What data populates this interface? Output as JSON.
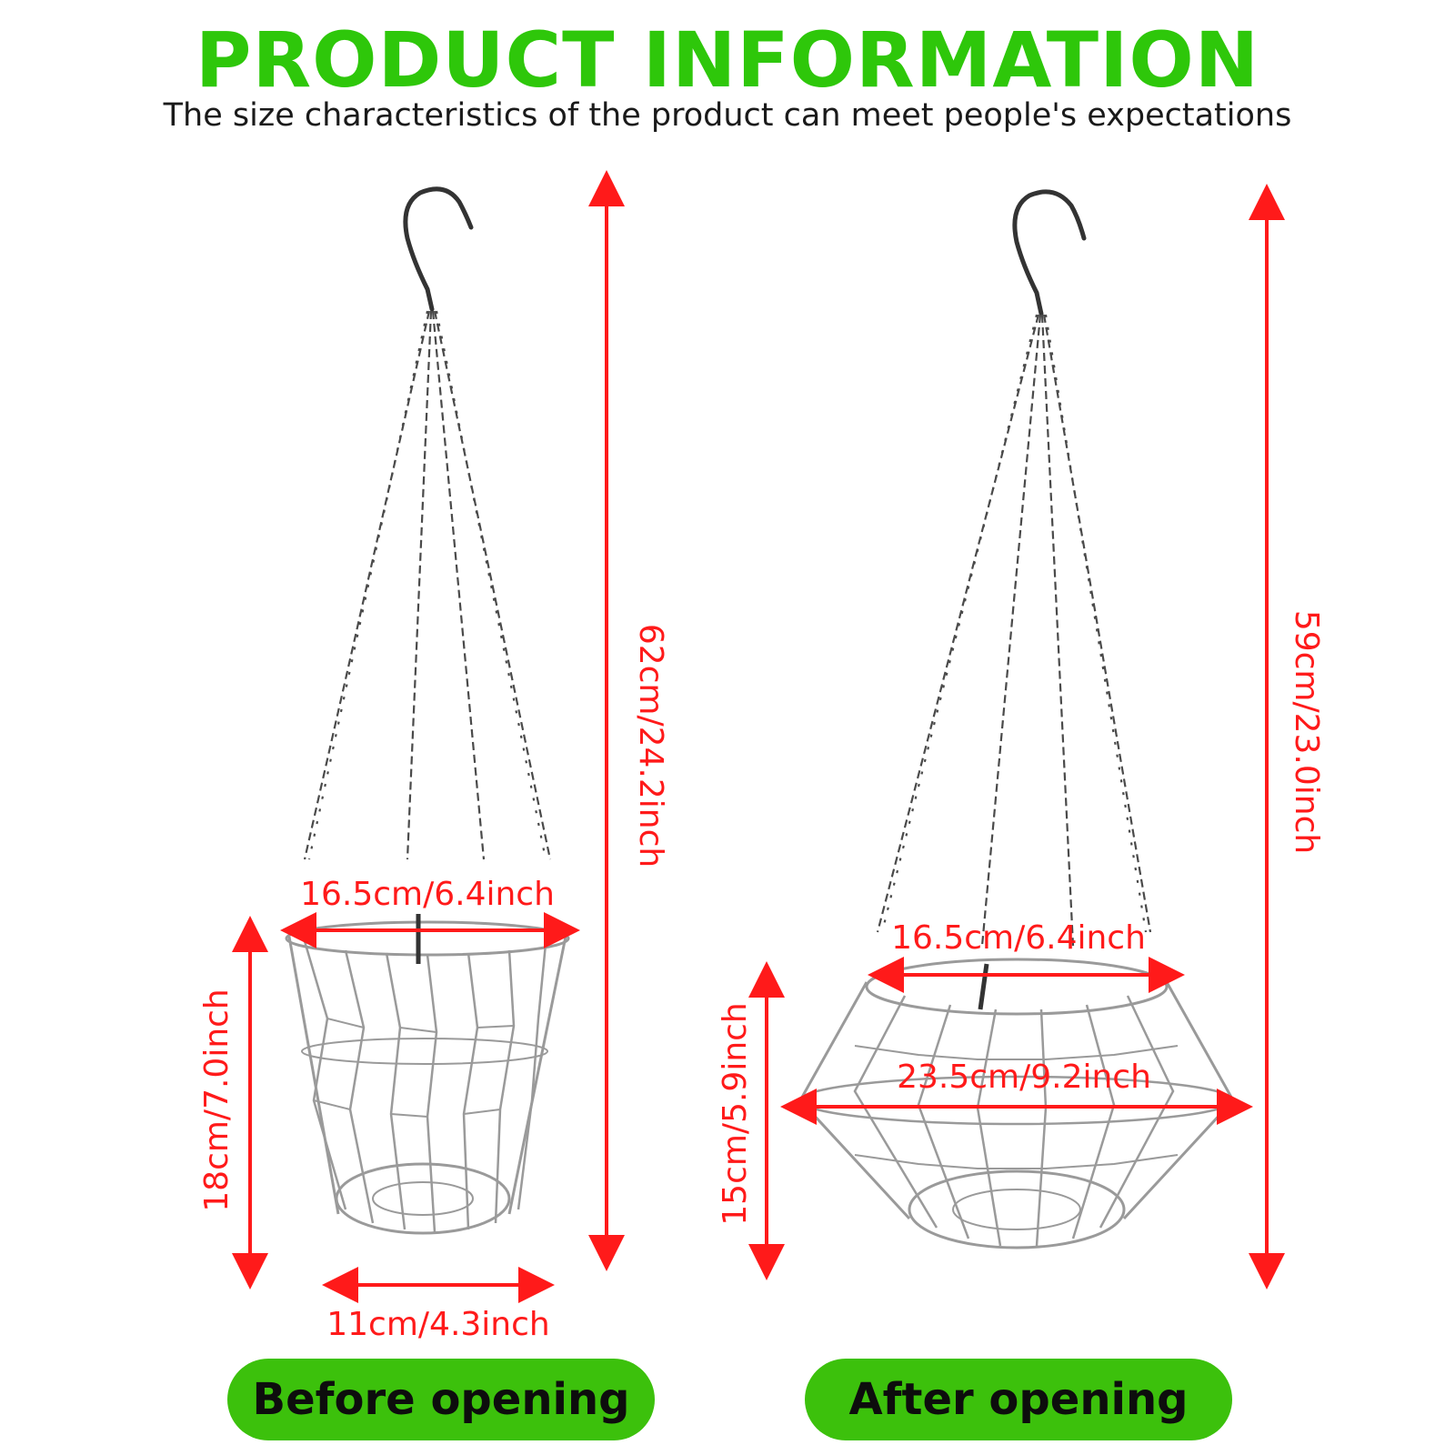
{
  "header": {
    "title": "PRODUCT INFORMATION",
    "subtitle": "The size characteristics of the product can meet people's expectations"
  },
  "colors": {
    "title_green": "#2ec70a",
    "pill_green": "#3cc10c",
    "dimension_red": "#ff1a1a",
    "wire_gray": "#9a9a9a",
    "hook_dark": "#333333"
  },
  "before": {
    "label": "Before opening",
    "total_height": "62cm/24.2inch",
    "top_diameter": "16.5cm/6.4inch",
    "height": "18cm/7.0inch",
    "bottom_diameter": "11cm/4.3inch"
  },
  "after": {
    "label": "After opening",
    "total_height": "59cm/23.0inch",
    "top_diameter": "16.5cm/6.4inch",
    "middle_diameter": "23.5cm/9.2inch",
    "height": "15cm/5.9inch"
  }
}
